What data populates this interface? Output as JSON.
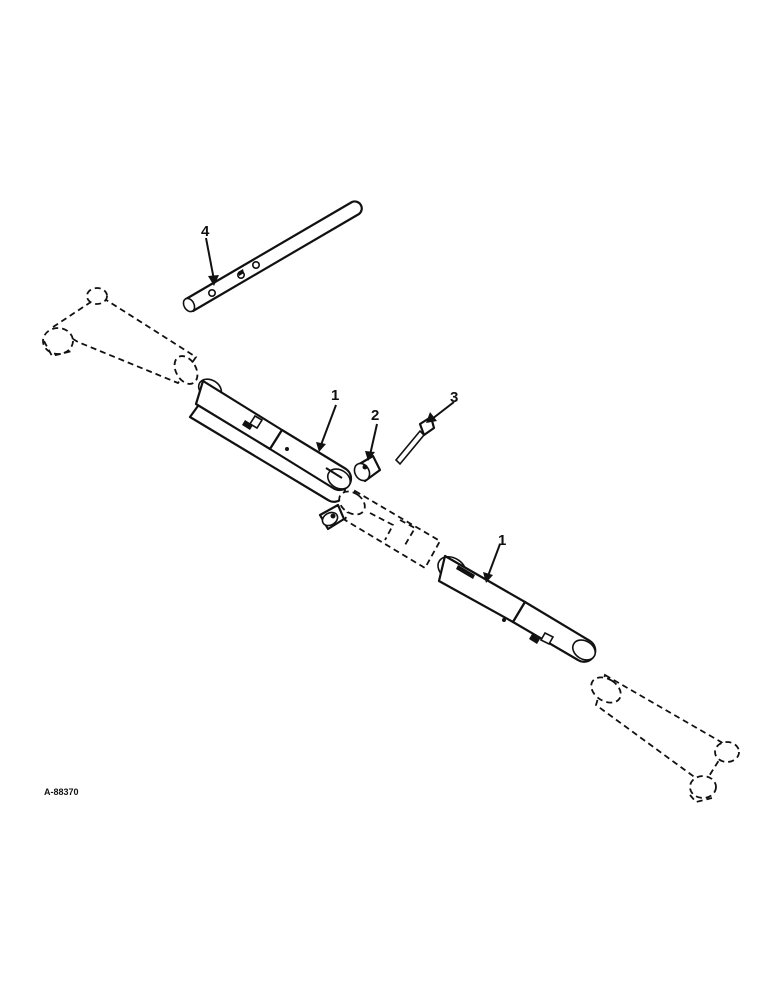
{
  "callouts": {
    "c1_upper": "1",
    "c1_lower": "1",
    "c2": "2",
    "c3": "3",
    "c4": "4"
  },
  "reference_code": "A-88370"
}
